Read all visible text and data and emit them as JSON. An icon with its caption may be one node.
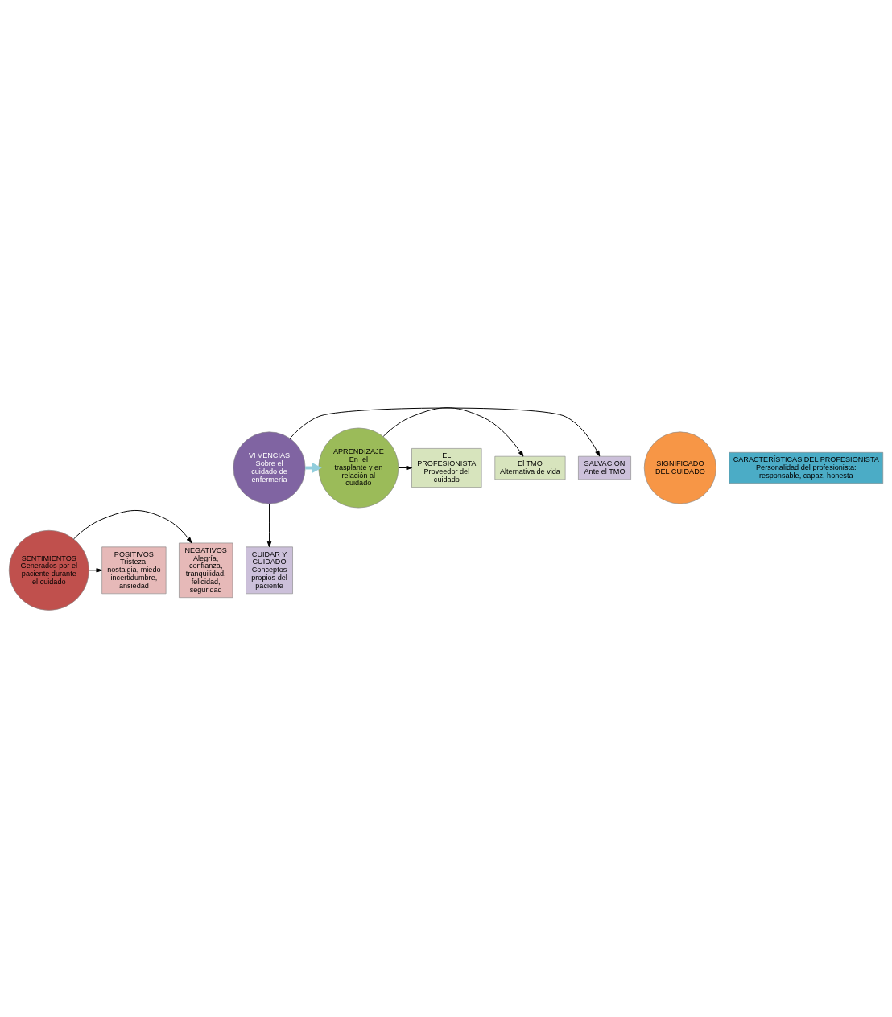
{
  "diagram": {
    "nodes": [
      {
        "text": [
          "SENTIMIENTOS",
          "Generados por el paciente durante el cuidado"
        ]
      },
      {
        "text": [
          "NEGATIVOS",
          "Alegría, confianza, tranquilidad, felicidad, seguridad"
        ]
      },
      {
        "text": [
          "POSITIVOS",
          "Tristeza, nostalgia, miedo incertidumbre, ansiedad"
        ]
      },
      {
        "text": [
          "CUIDAR Y CUIDADO",
          "Conceptos propios del paciente"
        ]
      },
      {
        "text": [
          "SALVACION",
          "Ante el TMO"
        ]
      },
      {
        "text": [
          "VI VENCIAS",
          "Sobre el  cuidado de enfermería"
        ]
      },
      {
        "text": [
          "SIGNIFICADO DEL CUIDADO"
        ]
      },
      {
        "text": [
          "APRENDIZAJE",
          "En  el trasplante y en relación al cuidado"
        ]
      },
      {
        "text": [
          "El TMO",
          "Alternativa de vida"
        ]
      },
      {
        "text": [
          "EL PROFESIONISTA",
          "Proveedor del cuidado"
        ]
      },
      {
        "text": [
          "CARACTERÍSTICAS DEL PROFESIONISTA",
          "Personalidad del profesionista: responsable, capaz, honesta"
        ]
      }
    ],
    "edges": [
      {
        "from": 0,
        "to": 1,
        "arrow": "to"
      },
      {
        "from": 0,
        "to": 2,
        "arrow": "to"
      },
      {
        "from": 5,
        "to": 3,
        "arrow": "to"
      },
      {
        "from": 5,
        "to": 4,
        "arrow": "to"
      },
      {
        "from": 7,
        "to": 8,
        "arrow": "to"
      },
      {
        "from": 7,
        "to": 9,
        "arrow": "to"
      },
      {
        "from": 5,
        "to": 7,
        "arrow": "to",
        "style": "thick",
        "color": "#92cddc"
      }
    ]
  }
}
